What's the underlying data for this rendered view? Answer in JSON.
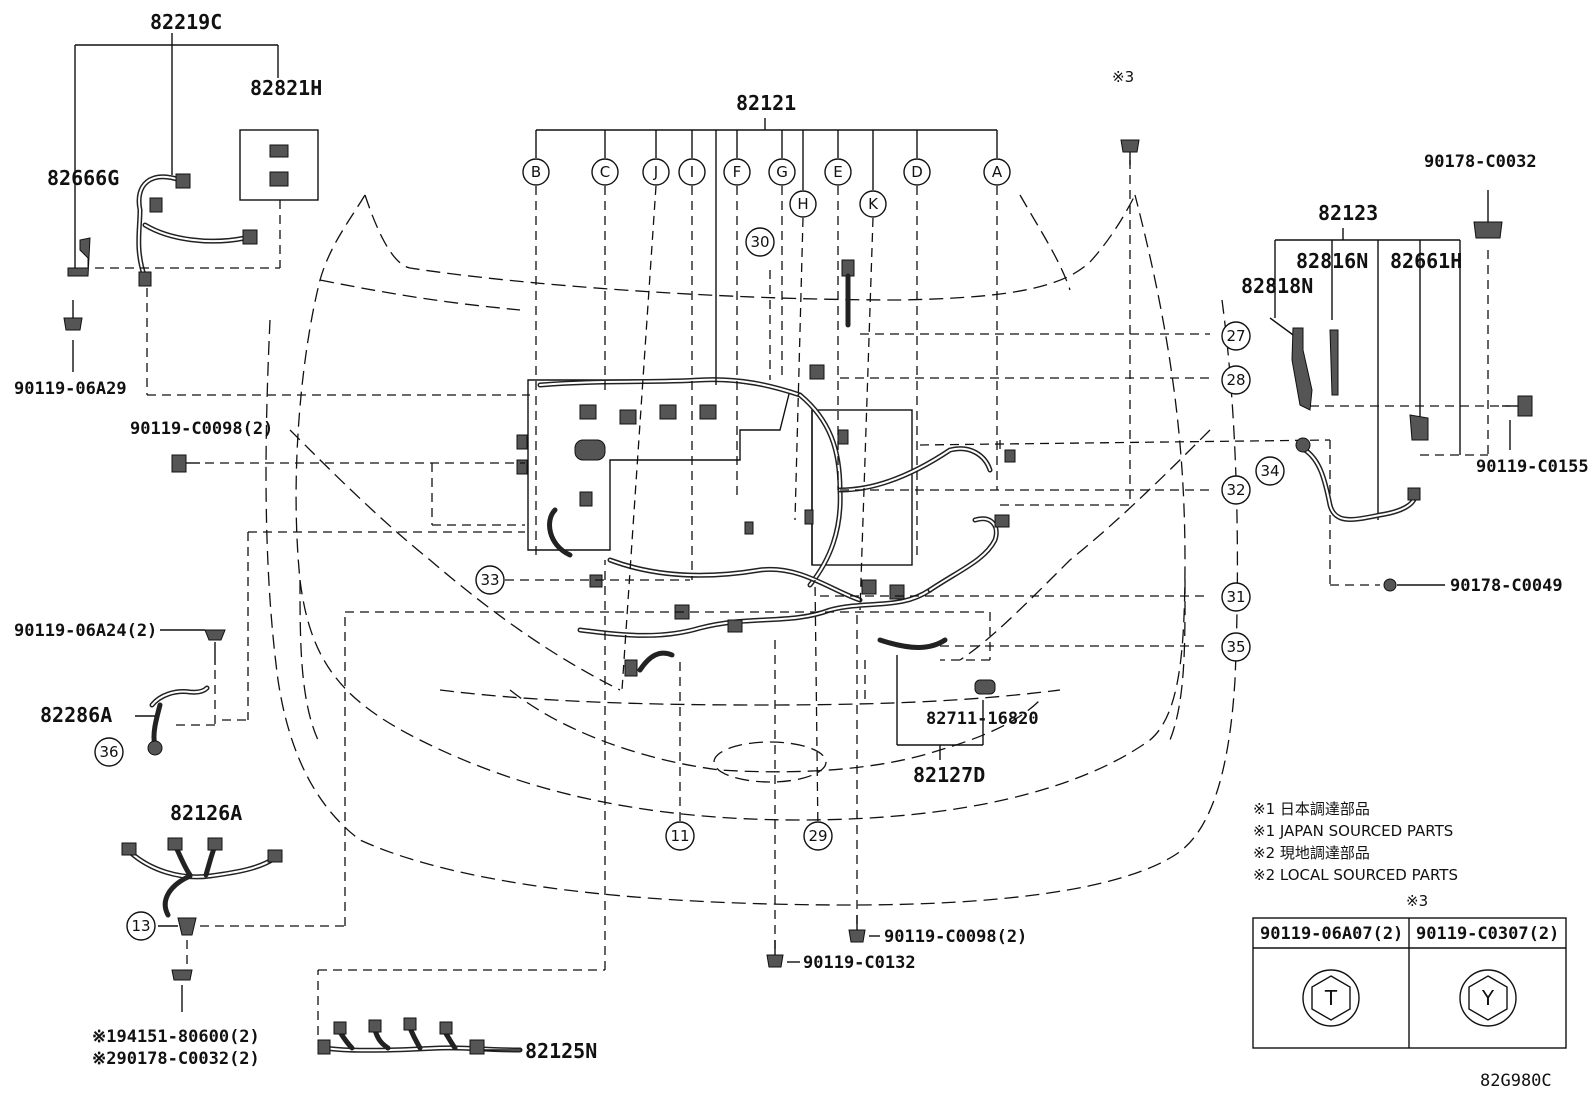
{
  "figure_code": "82G980C",
  "parts": {
    "p82219C": "82219C",
    "p82821H": "82821H",
    "p82666G": "82666G",
    "p90119_06A29": "90119-06A29",
    "p90119_C0098_2_left": "90119-C0098(2)",
    "p90119_06A24_2": "90119-06A24(2)",
    "p82286A": "82286A",
    "p82126A": "82126A",
    "p94151": "※194151-80600(2)",
    "p90178_C0032_2": "※290178-C0032(2)",
    "p82125N": "82125N",
    "p82121": "82121",
    "p82711": "82711-16820",
    "p82127D": "82127D",
    "p90119_C0098_2_bottom": "90119-C0098(2)",
    "p90119_C0132": "90119-C0132",
    "p90178_C0032": "90178-C0032",
    "p82123": "82123",
    "p82816N": "82816N",
    "p82661H": "82661H",
    "p82818N": "82818N",
    "p90119_C0155": "90119-C0155",
    "p90178_C0049": "90178-C0049",
    "mark3_top": "※3"
  },
  "letters": [
    "B",
    "C",
    "J",
    "I",
    "F",
    "G",
    "H",
    "E",
    "K",
    "D",
    "A"
  ],
  "numbers": [
    "27",
    "28",
    "32",
    "34",
    "31",
    "33",
    "35",
    "36",
    "30",
    "13",
    "11",
    "29"
  ],
  "notes": {
    "n1_jp": "※1 日本調達部品",
    "n1_en": "※1 JAPAN SOURCED PARTS",
    "n2_jp": "※2 現地調達部品",
    "n2_en": "※2 LOCAL SOURCED PARTS"
  },
  "table": {
    "mark": "※3",
    "col1": "90119-06A07(2)",
    "col2": "90119-C0307(2)",
    "sym1": "T",
    "sym2": "Y"
  }
}
